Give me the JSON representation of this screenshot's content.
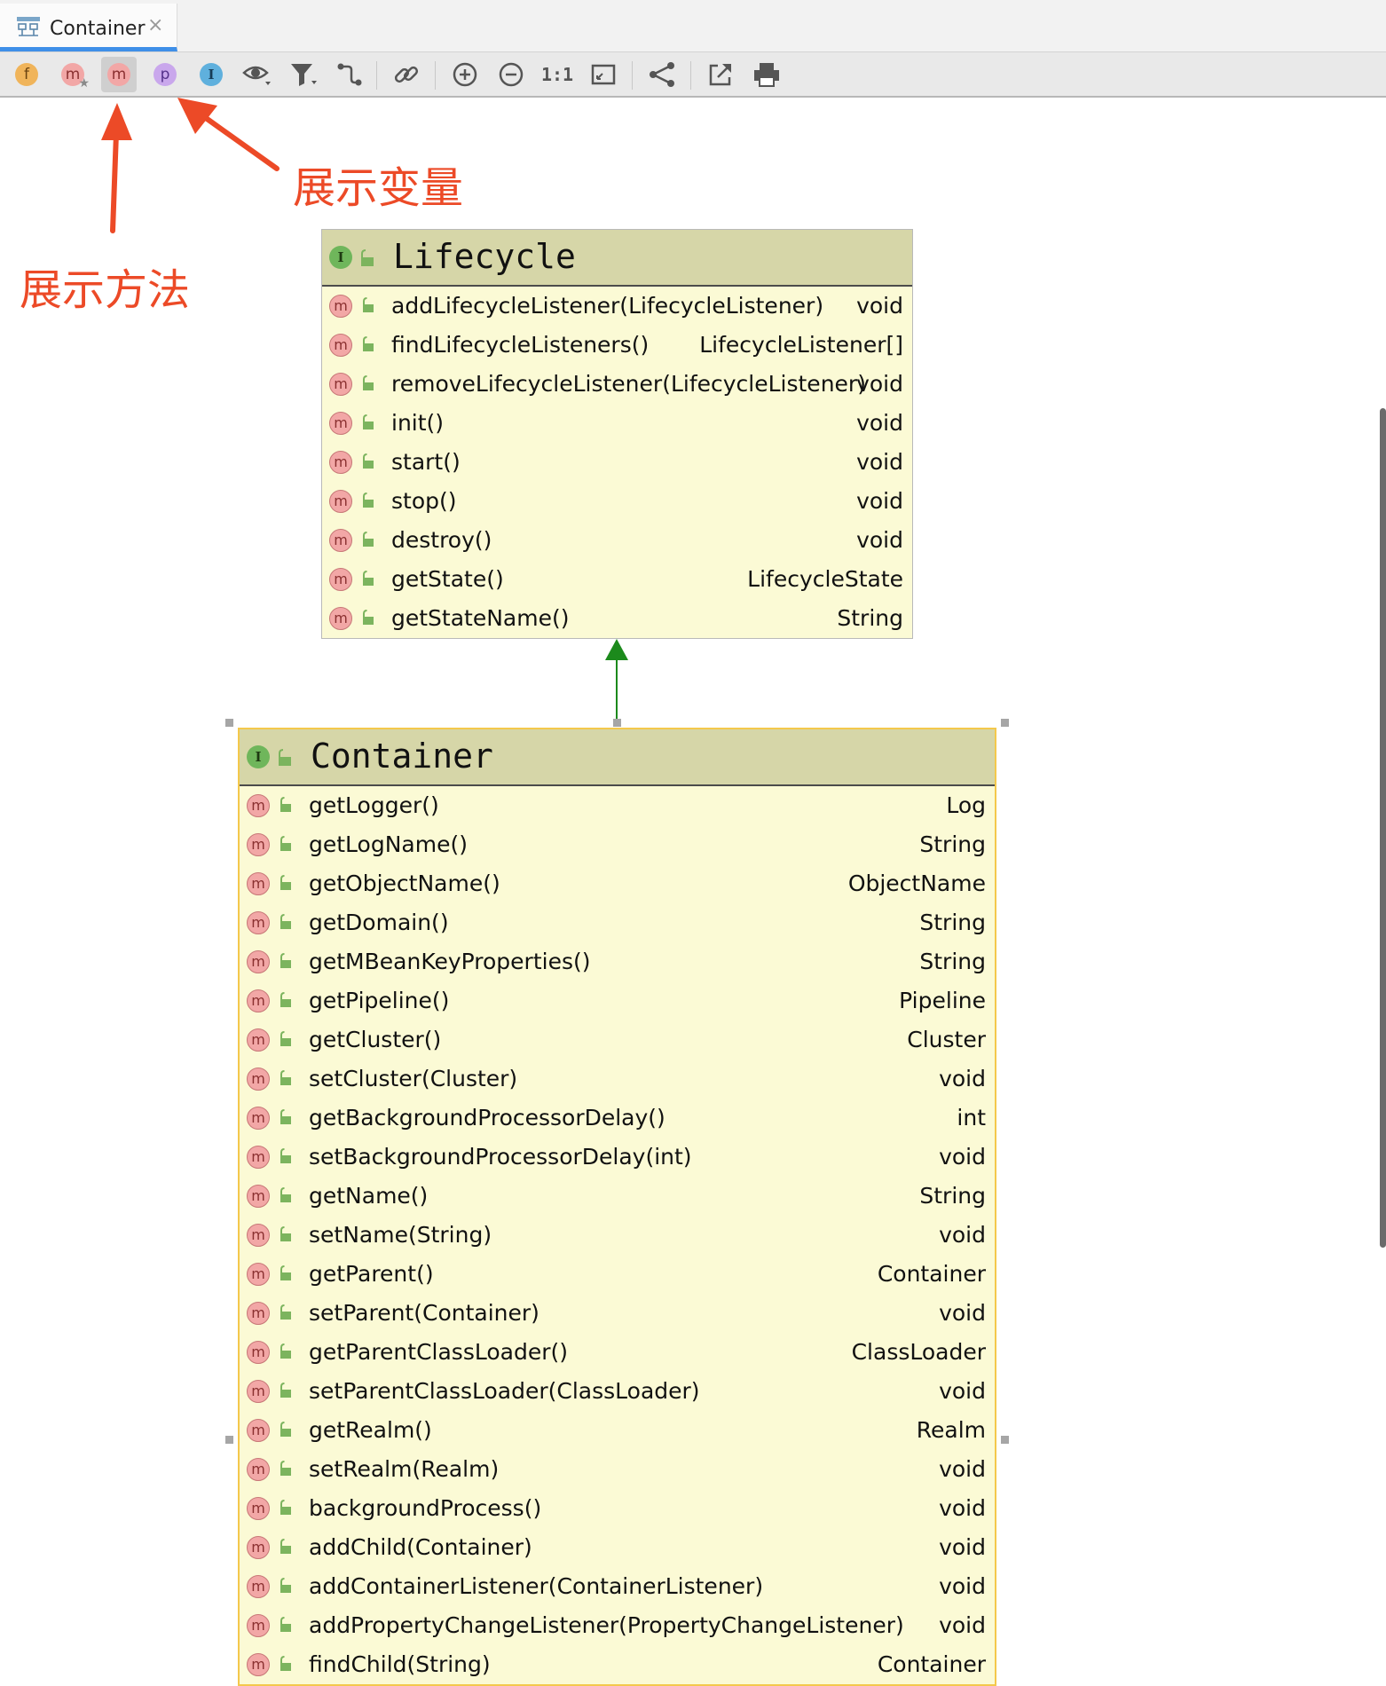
{
  "tab": {
    "label": "Container",
    "close": "×"
  },
  "toolbar": {
    "fields_icon": "f",
    "inherited_icon": "m",
    "methods_icon": "m",
    "properties_icon": "p",
    "inner_icon": "I",
    "actual_size": "1:1"
  },
  "annotations": {
    "show_variables": "展示变量",
    "show_methods": "展示方法"
  },
  "lifecycle": {
    "kind_icon": "I",
    "title": "Lifecycle",
    "methods": [
      {
        "icon": "m",
        "name": "addLifecycleListener(LifecycleListener)",
        "returns": "void"
      },
      {
        "icon": "m",
        "name": "findLifecycleListeners()",
        "returns": "LifecycleListener[]"
      },
      {
        "icon": "m",
        "name": "removeLifecycleListener(LifecycleListener)",
        "returns": "void"
      },
      {
        "icon": "m",
        "name": "init()",
        "returns": "void"
      },
      {
        "icon": "m",
        "name": "start()",
        "returns": "void"
      },
      {
        "icon": "m",
        "name": "stop()",
        "returns": "void"
      },
      {
        "icon": "m",
        "name": "destroy()",
        "returns": "void"
      },
      {
        "icon": "m",
        "name": "getState()",
        "returns": "LifecycleState"
      },
      {
        "icon": "m",
        "name": "getStateName()",
        "returns": "String"
      }
    ]
  },
  "container": {
    "kind_icon": "I",
    "title": "Container",
    "methods": [
      {
        "icon": "m",
        "name": "getLogger()",
        "returns": "Log"
      },
      {
        "icon": "m",
        "name": "getLogName()",
        "returns": "String"
      },
      {
        "icon": "m",
        "name": "getObjectName()",
        "returns": "ObjectName"
      },
      {
        "icon": "m",
        "name": "getDomain()",
        "returns": "String"
      },
      {
        "icon": "m",
        "name": "getMBeanKeyProperties()",
        "returns": "String"
      },
      {
        "icon": "m",
        "name": "getPipeline()",
        "returns": "Pipeline"
      },
      {
        "icon": "m",
        "name": "getCluster()",
        "returns": "Cluster"
      },
      {
        "icon": "m",
        "name": "setCluster(Cluster)",
        "returns": "void"
      },
      {
        "icon": "m",
        "name": "getBackgroundProcessorDelay()",
        "returns": "int"
      },
      {
        "icon": "m",
        "name": "setBackgroundProcessorDelay(int)",
        "returns": "void"
      },
      {
        "icon": "m",
        "name": "getName()",
        "returns": "String"
      },
      {
        "icon": "m",
        "name": "setName(String)",
        "returns": "void"
      },
      {
        "icon": "m",
        "name": "getParent()",
        "returns": "Container"
      },
      {
        "icon": "m",
        "name": "setParent(Container)",
        "returns": "void"
      },
      {
        "icon": "m",
        "name": "getParentClassLoader()",
        "returns": "ClassLoader"
      },
      {
        "icon": "m",
        "name": "setParentClassLoader(ClassLoader)",
        "returns": "void"
      },
      {
        "icon": "m",
        "name": "getRealm()",
        "returns": "Realm"
      },
      {
        "icon": "m",
        "name": "setRealm(Realm)",
        "returns": "void"
      },
      {
        "icon": "m",
        "name": "backgroundProcess()",
        "returns": "void"
      },
      {
        "icon": "m",
        "name": "addChild(Container)",
        "returns": "void"
      },
      {
        "icon": "m",
        "name": "addContainerListener(ContainerListener)",
        "returns": "void"
      },
      {
        "icon": "m",
        "name": "addPropertyChangeListener(PropertyChangeListener)",
        "returns": "void"
      },
      {
        "icon": "m",
        "name": "findChild(String)",
        "returns": "Container"
      }
    ]
  }
}
